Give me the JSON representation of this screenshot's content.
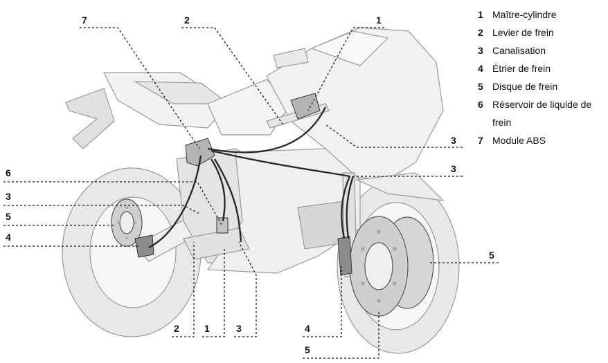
{
  "callouts": [
    {
      "id": "c7a",
      "num": "7"
    },
    {
      "id": "c2a",
      "num": "2"
    },
    {
      "id": "c1a",
      "num": "1"
    },
    {
      "id": "c3a",
      "num": "3"
    },
    {
      "id": "c3b",
      "num": "3"
    },
    {
      "id": "c6",
      "num": "6"
    },
    {
      "id": "c3c",
      "num": "3"
    },
    {
      "id": "c5a",
      "num": "5"
    },
    {
      "id": "c4a",
      "num": "4"
    },
    {
      "id": "c5b",
      "num": "5"
    },
    {
      "id": "c2b",
      "num": "2"
    },
    {
      "id": "c1b",
      "num": "1"
    },
    {
      "id": "c3d",
      "num": "3"
    },
    {
      "id": "c4b",
      "num": "4"
    },
    {
      "id": "c5c",
      "num": "5"
    }
  ],
  "legend": [
    {
      "num": "1",
      "label": "Maître-cylindre"
    },
    {
      "num": "2",
      "label": "Levier de frein"
    },
    {
      "num": "3",
      "label": "Canalisation"
    },
    {
      "num": "4",
      "label": "Étrier de frein"
    },
    {
      "num": "5",
      "label": "Disque de frein"
    },
    {
      "num": "6",
      "label": "Réservoir de liquide de frein"
    },
    {
      "num": "7",
      "label": "Module ABS"
    }
  ],
  "colors": {
    "line_art": "#9a9a9a",
    "hose": "#2a2a2a",
    "leader": "#1a1a1a",
    "fill": "#eeeeee"
  }
}
